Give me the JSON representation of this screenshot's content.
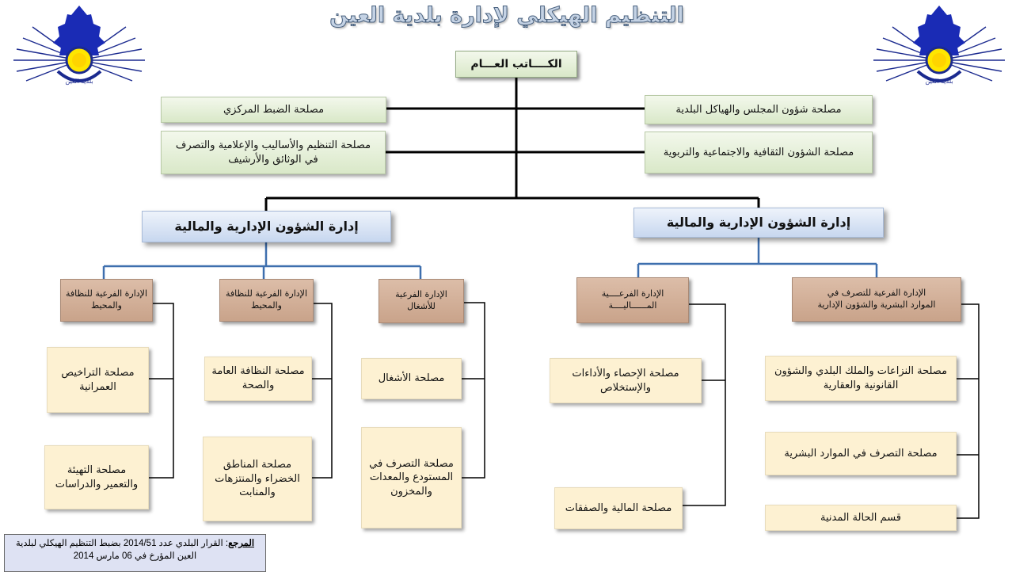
{
  "title": "التنظيم الهيكلي لإدارة بلدية العين",
  "logo_text": "بلدية العين",
  "secretary_general": "الكــــاتب العـــام",
  "attached_services": {
    "central_control": "مصلحة الضبط المركزي",
    "organization_methods": "مصلحة التنظيم والأساليب والإعلامية والتصرف في الوثائق والأرشيف",
    "council_affairs": "مصلحة شؤون المجلس والهياكل البلدية",
    "cultural_social": "مصلحة الشؤون الثقافية والاجتماعية والتربوية"
  },
  "directorates": {
    "left": "إدارة الشؤون الإدارية والمالية",
    "right": "إدارة الشؤون الإدارية والمالية"
  },
  "sub_directorates": {
    "cleanliness_1": "الإدارة الفرعية للنظافة والمحيط",
    "cleanliness_2": "الإدارة الفرعية للنظافة والمحيط",
    "works": "الإدارة الفرعية للأشغال",
    "financial_line1": "الإدارة الفرعــــية",
    "financial_line2": "المــــــاليــــة",
    "hr_line1": "الإدارة الفرعية للتصرف في",
    "hr_line2": "الموارد البشرية والشؤون الإدارية"
  },
  "services": {
    "urban_permits": "مصلحة التراخيص العمرانية",
    "planning_studies": "مصلحة التهيئة والتعمير والدراسات",
    "public_cleanliness": "مصلحة النظافة العامة والصحة",
    "green_spaces": "مصلحة المناطق الخضراء والمنتزهات والمنابت",
    "works_service": "مصلحة الأشغال",
    "warehouse": "مصلحة التصرف في المستودع والمعدات والمخزون",
    "statistics": "مصلحة الإحصاء والأداءات والإستخلاص",
    "finance_deals": "مصلحة المالية والصفقات",
    "disputes_property": "مصلحة النزاعات والملك البلدي والشؤون القانونية والعقارية",
    "hr_management": "مصلحة التصرف في الموارد البشرية",
    "civil_status": "قسم الحالة المدنية"
  },
  "reference": {
    "label": "المرجع",
    "text": ": القرار البلدي عدد 2014/51 بضبط التنظيم الهيكلي لبلدية العين المؤرخ في 06 مارس 2014"
  },
  "colors": {
    "green_box": "#d9e8c8",
    "blue_box": "#c7d7ef",
    "tan_box": "#c9a38a",
    "cream_box": "#fdf1d2",
    "black_line": "#000000",
    "blue_line": "#3e6fae"
  }
}
